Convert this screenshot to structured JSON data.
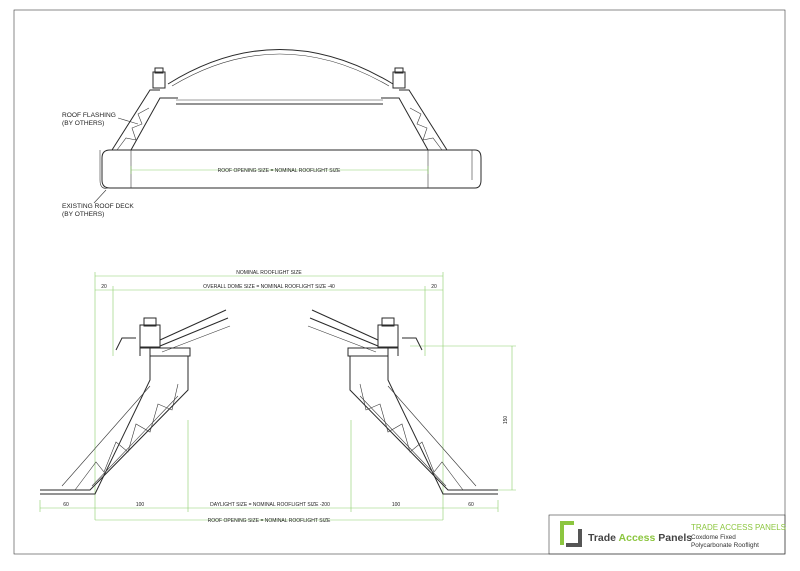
{
  "top_view": {
    "label_flashing_1": "ROOF FLASHING",
    "label_flashing_2": "(BY OTHERS)",
    "label_deck_1": "EXISTING ROOF DECK",
    "label_deck_2": "(BY OTHERS)",
    "dim_opening": "ROOF OPENING SIZE = NOMINAL ROOFLIGHT SIZE"
  },
  "section_view": {
    "dim_nominal": "NOMINAL ROOFLIGHT SIZE",
    "dim_dome": "OVERALL DOME SIZE = NOMINAL ROOFLIGHT SIZE -40",
    "dim_left_20": "20",
    "dim_right_20": "20",
    "dim_height": "150",
    "dim_left_60": "60",
    "dim_left_100": "100",
    "dim_daylight": "DAYLIGHT SIZE = NOMINAL ROOFLIGHT SIZE -200",
    "dim_right_100": "100",
    "dim_right_60": "60",
    "dim_opening": "ROOF OPENING SIZE = NOMINAL ROOFLIGHT SIZE"
  },
  "title_block": {
    "logo_word_1": "Trade ",
    "logo_word_2": "Access",
    "logo_word_3": " Panels",
    "company": "TRADE ACCESS PANELS",
    "product_line_1": "Coxdome Fixed",
    "product_line_2": "Polycarbonate Rooflight"
  },
  "colors": {
    "brand_green": "#8cc63f",
    "dimension_green": "#8ccf6a",
    "line": "#2a2a2a"
  }
}
